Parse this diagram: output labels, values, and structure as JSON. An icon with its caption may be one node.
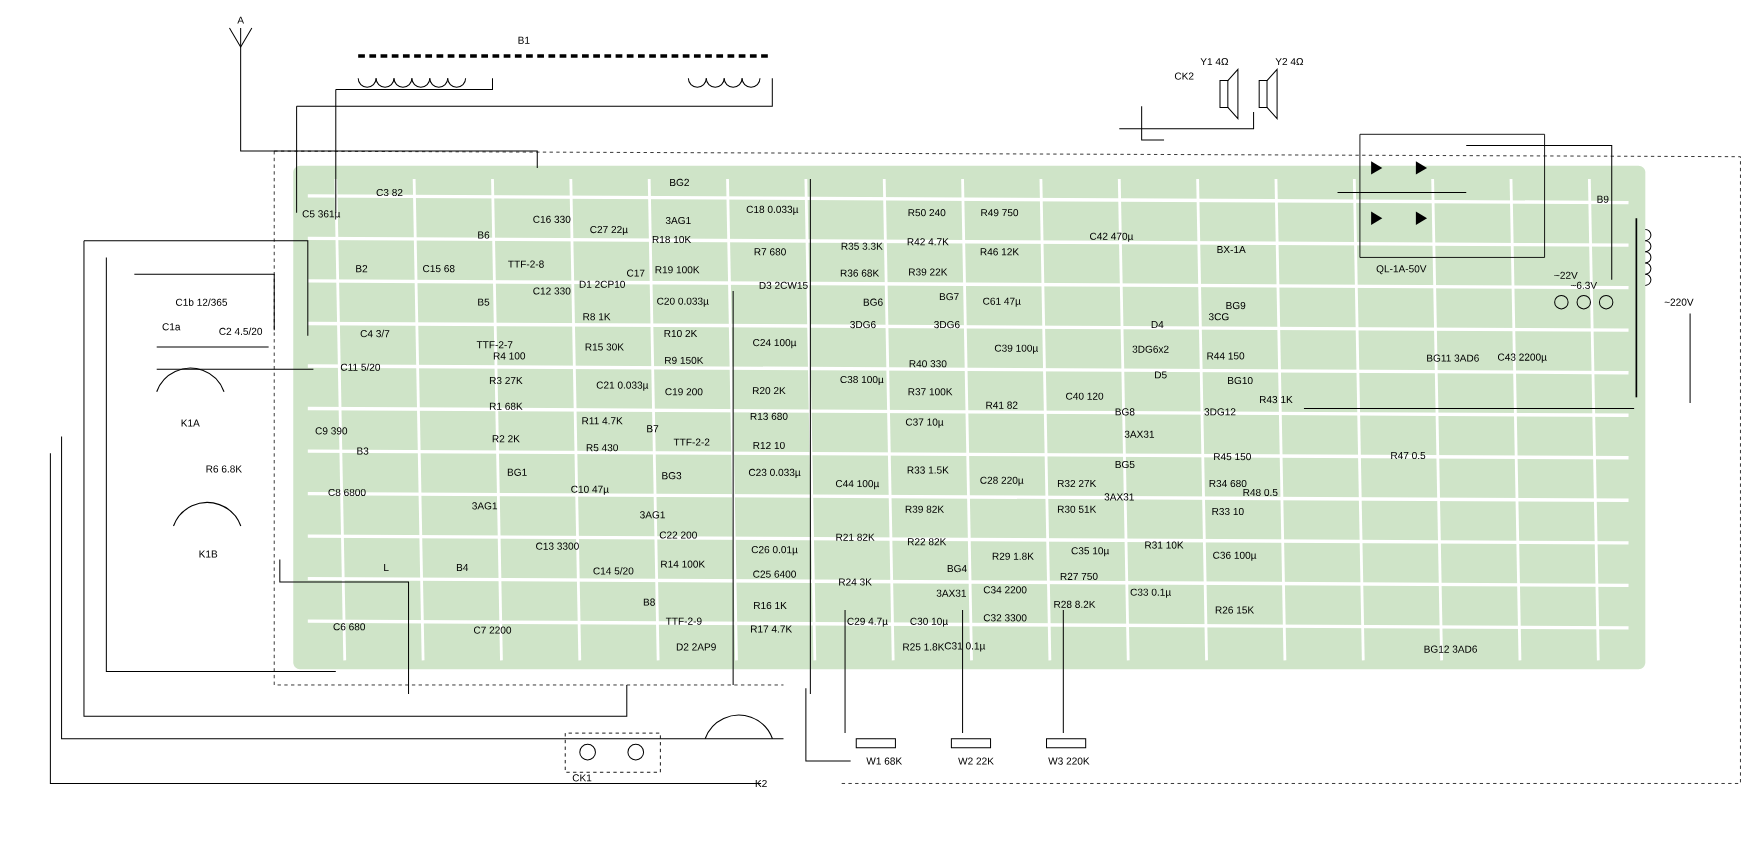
{
  "diagram": {
    "labels": [
      "A",
      "B1",
      "C5 361µ",
      "C3 82",
      "B2",
      "C16 330",
      "C27 22µ",
      "B6",
      "TTF-2-8",
      "C15 68",
      "B5",
      "C12 330",
      "D1 2CP10",
      "C17",
      "C1b 12/365",
      "C1a",
      "C2 4.5/20",
      "C4 3/7",
      "TTF-2-7",
      "R4 100",
      "R3 27K",
      "R1 68K",
      "R2 2K",
      "BG1",
      "3AG1",
      "C11 5/20",
      "C9 390",
      "B3",
      "K1A",
      "R6 6.8K",
      "C8 6800",
      "K1B",
      "L",
      "B4",
      "C13 3300",
      "C14 5/20",
      "C6 680",
      "C7 2200",
      "BG2",
      "3AG1",
      "R18 10K",
      "R19 100K",
      "C20 0.033µ",
      "R8 1K",
      "R15 30K",
      "C21 0.033µ",
      "R10 2K",
      "R9 150K",
      "C19 200",
      "R11 4.7K",
      "R5 430",
      "B7",
      "TTF-2-2",
      "C10 47µ",
      "BG3",
      "3AG1",
      "C22 200",
      "R14 100K",
      "B8",
      "TTF-2-9",
      "D2 2AP9",
      "C18 0.033µ",
      "R7 680",
      "D3 2CW15",
      "C24 100µ",
      "R20 2K",
      "R13 680",
      "R12 10",
      "C23 0.033µ",
      "C26 0.01µ",
      "C25 6400",
      "R16 1K",
      "R17 4.7K",
      "R35 3.3K",
      "R36 68K",
      "BG6",
      "3DG6",
      "R50 240",
      "R42 4.7K",
      "R39 22K",
      "BG7",
      "3DG6",
      "R49 750",
      "R46 12K",
      "C61 47µ",
      "C39 100µ",
      "C38 100µ",
      "R40 330",
      "R37 100K",
      "R41 82",
      "C37 10µ",
      "C40 120",
      "C44 100µ",
      "R33 1.5K",
      "C28 220µ",
      "R32 27K",
      "R30 51K",
      "BG5",
      "3AX31",
      "R39 82K",
      "R21 82K",
      "R22 82K",
      "BG4",
      "3AX31",
      "R29 1.8K",
      "C34 2200",
      "C32 3300",
      "R27 750",
      "R28 8.2K",
      "C35 10µ",
      "R24 3K",
      "C29 4.7µ",
      "C30 10µ",
      "R25 1.8K",
      "C31 0.1µ",
      "R31 10K",
      "C33 0.1µ",
      "R26 15K",
      "C42 470µ",
      "BX-1A",
      "D4",
      "3DG6x2",
      "D5",
      "BG8",
      "3AX31",
      "BG9",
      "3CG",
      "R44 150",
      "BG10",
      "3DG12",
      "R43 1K",
      "R45 150",
      "R34 680",
      "R33 10",
      "R48 0.5",
      "C36 100µ",
      "R47 0.5",
      "QL-1A-50V",
      "~22V",
      "B9",
      "BG11 3AD6",
      "C43 2200µ",
      "~6.3V",
      "~220V",
      "BG12 3AD6",
      "CK2",
      "Y1 4Ω",
      "Y2 4Ω",
      "W1 68K",
      "W2 22K",
      "W3 220K",
      "CK1",
      "K2"
    ]
  }
}
